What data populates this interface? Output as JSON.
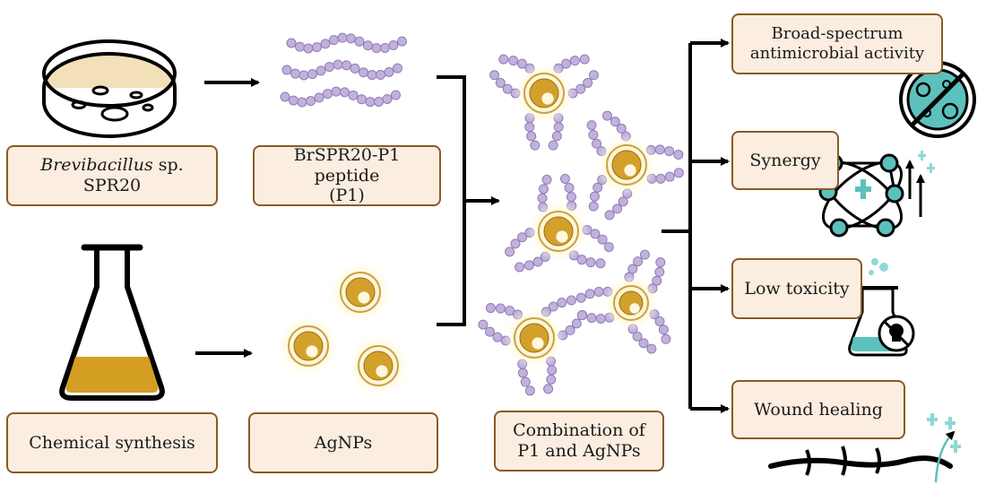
{
  "source_boxes": {
    "bacterium": {
      "italic": "Brevibacillus",
      "rest": " sp. SPR20"
    },
    "peptide": {
      "line1": "BrSPR20-P1 peptide",
      "line2": "(P1)"
    },
    "chemical": "Chemical synthesis",
    "agnps": "AgNPs"
  },
  "combination": {
    "line1": "Combination of",
    "line2": "P1 and AgNPs"
  },
  "outcomes": {
    "broad": {
      "line1": "Broad-spectrum",
      "line2": "antimicrobial activity"
    },
    "synergy": "Synergy",
    "toxicity": "Low toxicity",
    "wound": "Wound healing"
  },
  "icons": [
    "petri-dish-icon",
    "peptide-chain-icon",
    "flask-icon",
    "nanoparticle-icon",
    "no-bacteria-icon",
    "molecule-icon",
    "toxic-flask-icon",
    "wound-icon"
  ],
  "colors": {
    "box_fill": "#fbeee0",
    "box_border": "#8a5a26",
    "peptide": "#c2b1dd",
    "particle": "#d4a02c",
    "teal": "#5cc1bd"
  }
}
